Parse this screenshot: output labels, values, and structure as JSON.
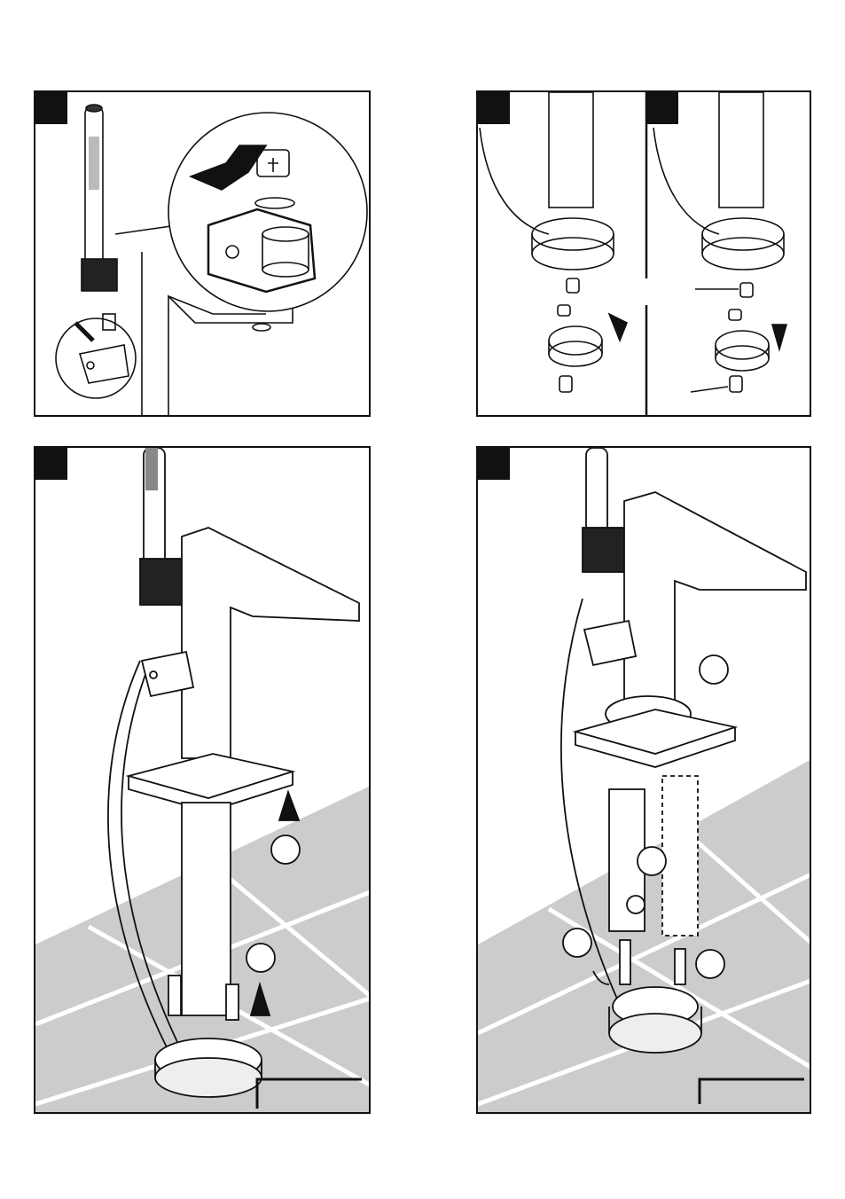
{
  "document": {
    "type": "installation-instructions",
    "panels": [
      {
        "id": "panel-a",
        "step": "",
        "content": "handshower-and-aerator-detail"
      },
      {
        "id": "panel-b",
        "step": "",
        "content": "diverter-cartridge-orientation"
      },
      {
        "id": "panel-c",
        "step": "",
        "content": "lift-cover-plate"
      },
      {
        "id": "panel-d",
        "step": "",
        "content": "secure-mounting-screws"
      }
    ]
  }
}
